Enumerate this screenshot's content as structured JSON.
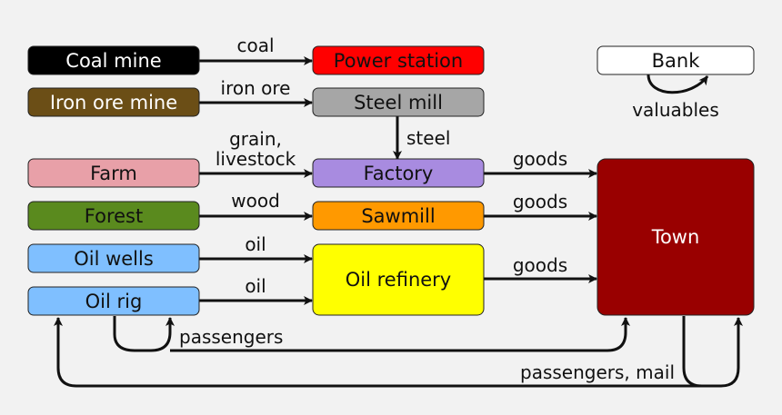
{
  "nodes": {
    "coal_mine": {
      "label": "Coal mine",
      "fill": "#000000",
      "text": "#ffffff"
    },
    "iron_ore_mine": {
      "label": "Iron ore mine",
      "fill": "#6b4e16",
      "text": "#ffffff"
    },
    "farm": {
      "label": "Farm",
      "fill": "#e8a0a8",
      "text": "#111111"
    },
    "forest": {
      "label": "Forest",
      "fill": "#5a8a1e",
      "text": "#111111"
    },
    "oil_wells": {
      "label": "Oil wells",
      "fill": "#7fbfff",
      "text": "#111111"
    },
    "oil_rig": {
      "label": "Oil rig",
      "fill": "#7fbfff",
      "text": "#111111"
    },
    "power_station": {
      "label": "Power station",
      "fill": "#ff0000",
      "text": "#111111"
    },
    "steel_mill": {
      "label": "Steel mill",
      "fill": "#a6a6a6",
      "text": "#111111"
    },
    "factory": {
      "label": "Factory",
      "fill": "#a88be0",
      "text": "#111111"
    },
    "sawmill": {
      "label": "Sawmill",
      "fill": "#ff9900",
      "text": "#111111"
    },
    "oil_refinery": {
      "label": "Oil refinery",
      "fill": "#ffff00",
      "text": "#111111"
    },
    "town": {
      "label": "Town",
      "fill": "#990000",
      "text": "#ffffff"
    },
    "bank": {
      "label": "Bank",
      "fill": "#ffffff",
      "text": "#111111"
    }
  },
  "edges": {
    "coal": "coal",
    "iron_ore": "iron ore",
    "steel": "steel",
    "grain_1": "grain,",
    "grain_2": "livestock",
    "wood": "wood",
    "oil_1": "oil",
    "oil_2": "oil",
    "goods_1": "goods",
    "goods_2": "goods",
    "goods_3": "goods",
    "valuables": "valuables",
    "passengers": "passengers",
    "passengers_mail": "passengers, mail"
  }
}
